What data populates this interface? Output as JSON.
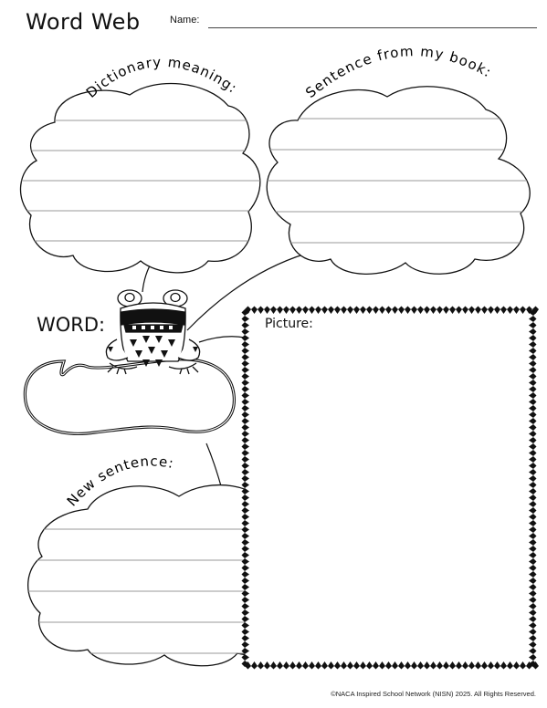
{
  "header": {
    "title": "Word Web",
    "name_label": "Name:"
  },
  "clouds": {
    "dictionary_label": "Dictionary meaning:",
    "sentence_book_label": "Sentence from my book:",
    "new_sentence_label": "New sentence:"
  },
  "word": {
    "label": "WORD:"
  },
  "picture": {
    "label": "Picture:"
  },
  "footer": {
    "copyright": "©NACA Inspired School Network (NISN) 2025. All Rights Reserved."
  }
}
